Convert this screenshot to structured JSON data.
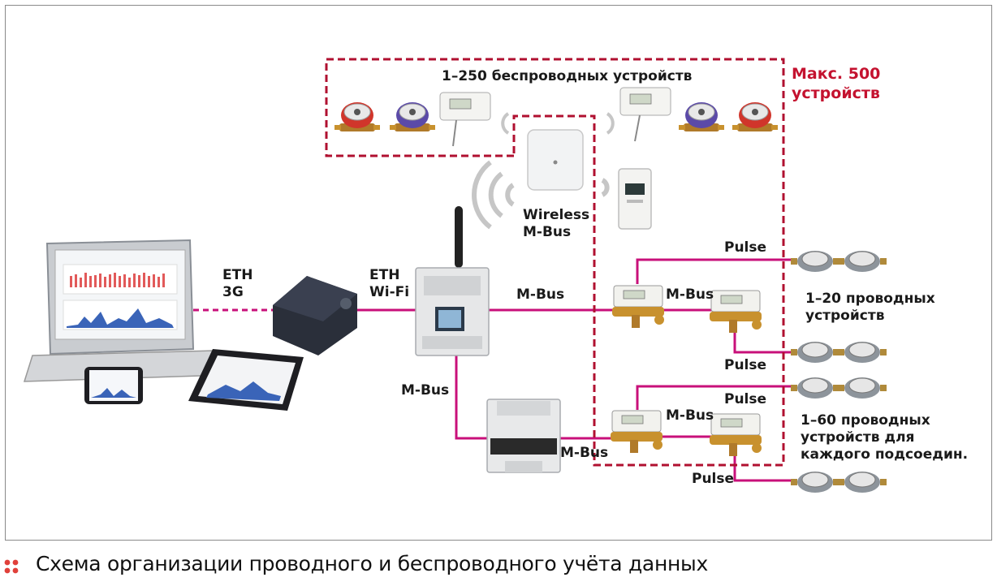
{
  "diagram": {
    "labels": {
      "wireless_devices": "1–250 беспроводных устройств",
      "max_devices_line1": "Макс. 500",
      "max_devices_line2": "устройств",
      "wireless_mbus_line1": "Wireless",
      "wireless_mbus_line2": "M-Bus",
      "eth_3g_line1": "ETH",
      "eth_3g_line2": "3G",
      "eth_wifi_line1": "ETH",
      "eth_wifi_line2": "Wi-Fi",
      "mbus_top": "M-Bus",
      "mbus_middle": "M-Bus",
      "mbus_left": "M-Bus",
      "mbus_lower": "M-Bus",
      "mbus_bottom": "M-Bus",
      "pulse_1": "Pulse",
      "pulse_2": "Pulse",
      "pulse_3": "Pulse",
      "pulse_4": "Pulse",
      "wired_1_20_line1": "1–20 проводных",
      "wired_1_20_line2": "устройств",
      "wired_1_60_line1": "1–60 проводных",
      "wired_1_60_line2": "устройств для",
      "wired_1_60_line3": "каждого подсоедин."
    },
    "colors": {
      "wire": "#c8107a",
      "dashed_border": "#b01030",
      "accent_red": "#c4122f",
      "device_dark": "#2a2f3a",
      "meter_red": "#d0352b",
      "meter_purple": "#5b4aa8",
      "meter_grey": "#9aa0a6",
      "brass": "#c8912e"
    },
    "icons": [
      "laptop-icon",
      "tablet-icon",
      "phone-icon",
      "router-icon",
      "gateway-icon",
      "wireless-ap-icon",
      "heat-meter-icon",
      "water-meter-icon",
      "io-module-icon",
      "wifi-waves-icon"
    ]
  },
  "caption": {
    "text": "Схема организации проводного и беспроводного учёта данных",
    "bullet_color": "#e0403a"
  }
}
